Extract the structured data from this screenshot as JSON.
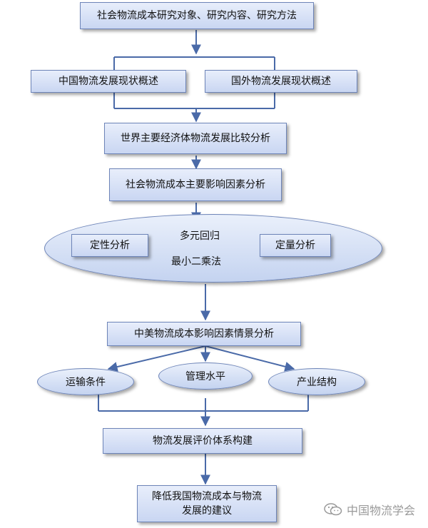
{
  "steps": {
    "top": "社会物流成本研究对象、研究内容、研究方法",
    "china": "中国物流发展现状概述",
    "foreign": "国外物流发展现状概述",
    "world": "世界主要经济体物流发展比较分析",
    "factors": "社会物流成本主要影响因素分析",
    "qualitative": "定性分析",
    "quantitative": "定量分析",
    "method1": "多元回归",
    "method2": "最小二乘法",
    "scenario": "中美物流成本影响因素情景分析",
    "transport": "运输条件",
    "management": "管理水平",
    "industry": "产业结构",
    "evaluation": "物流发展评价体系构建",
    "suggestion_line1": "降低我国物流成本与物流",
    "suggestion_line2": "发展的建议"
  },
  "watermark": "中国物流学会",
  "colors": {
    "box_top": "#e8eefb",
    "box_bottom": "#c9d6f2",
    "border": "#6d84b8",
    "line": "#4a6aa8"
  }
}
